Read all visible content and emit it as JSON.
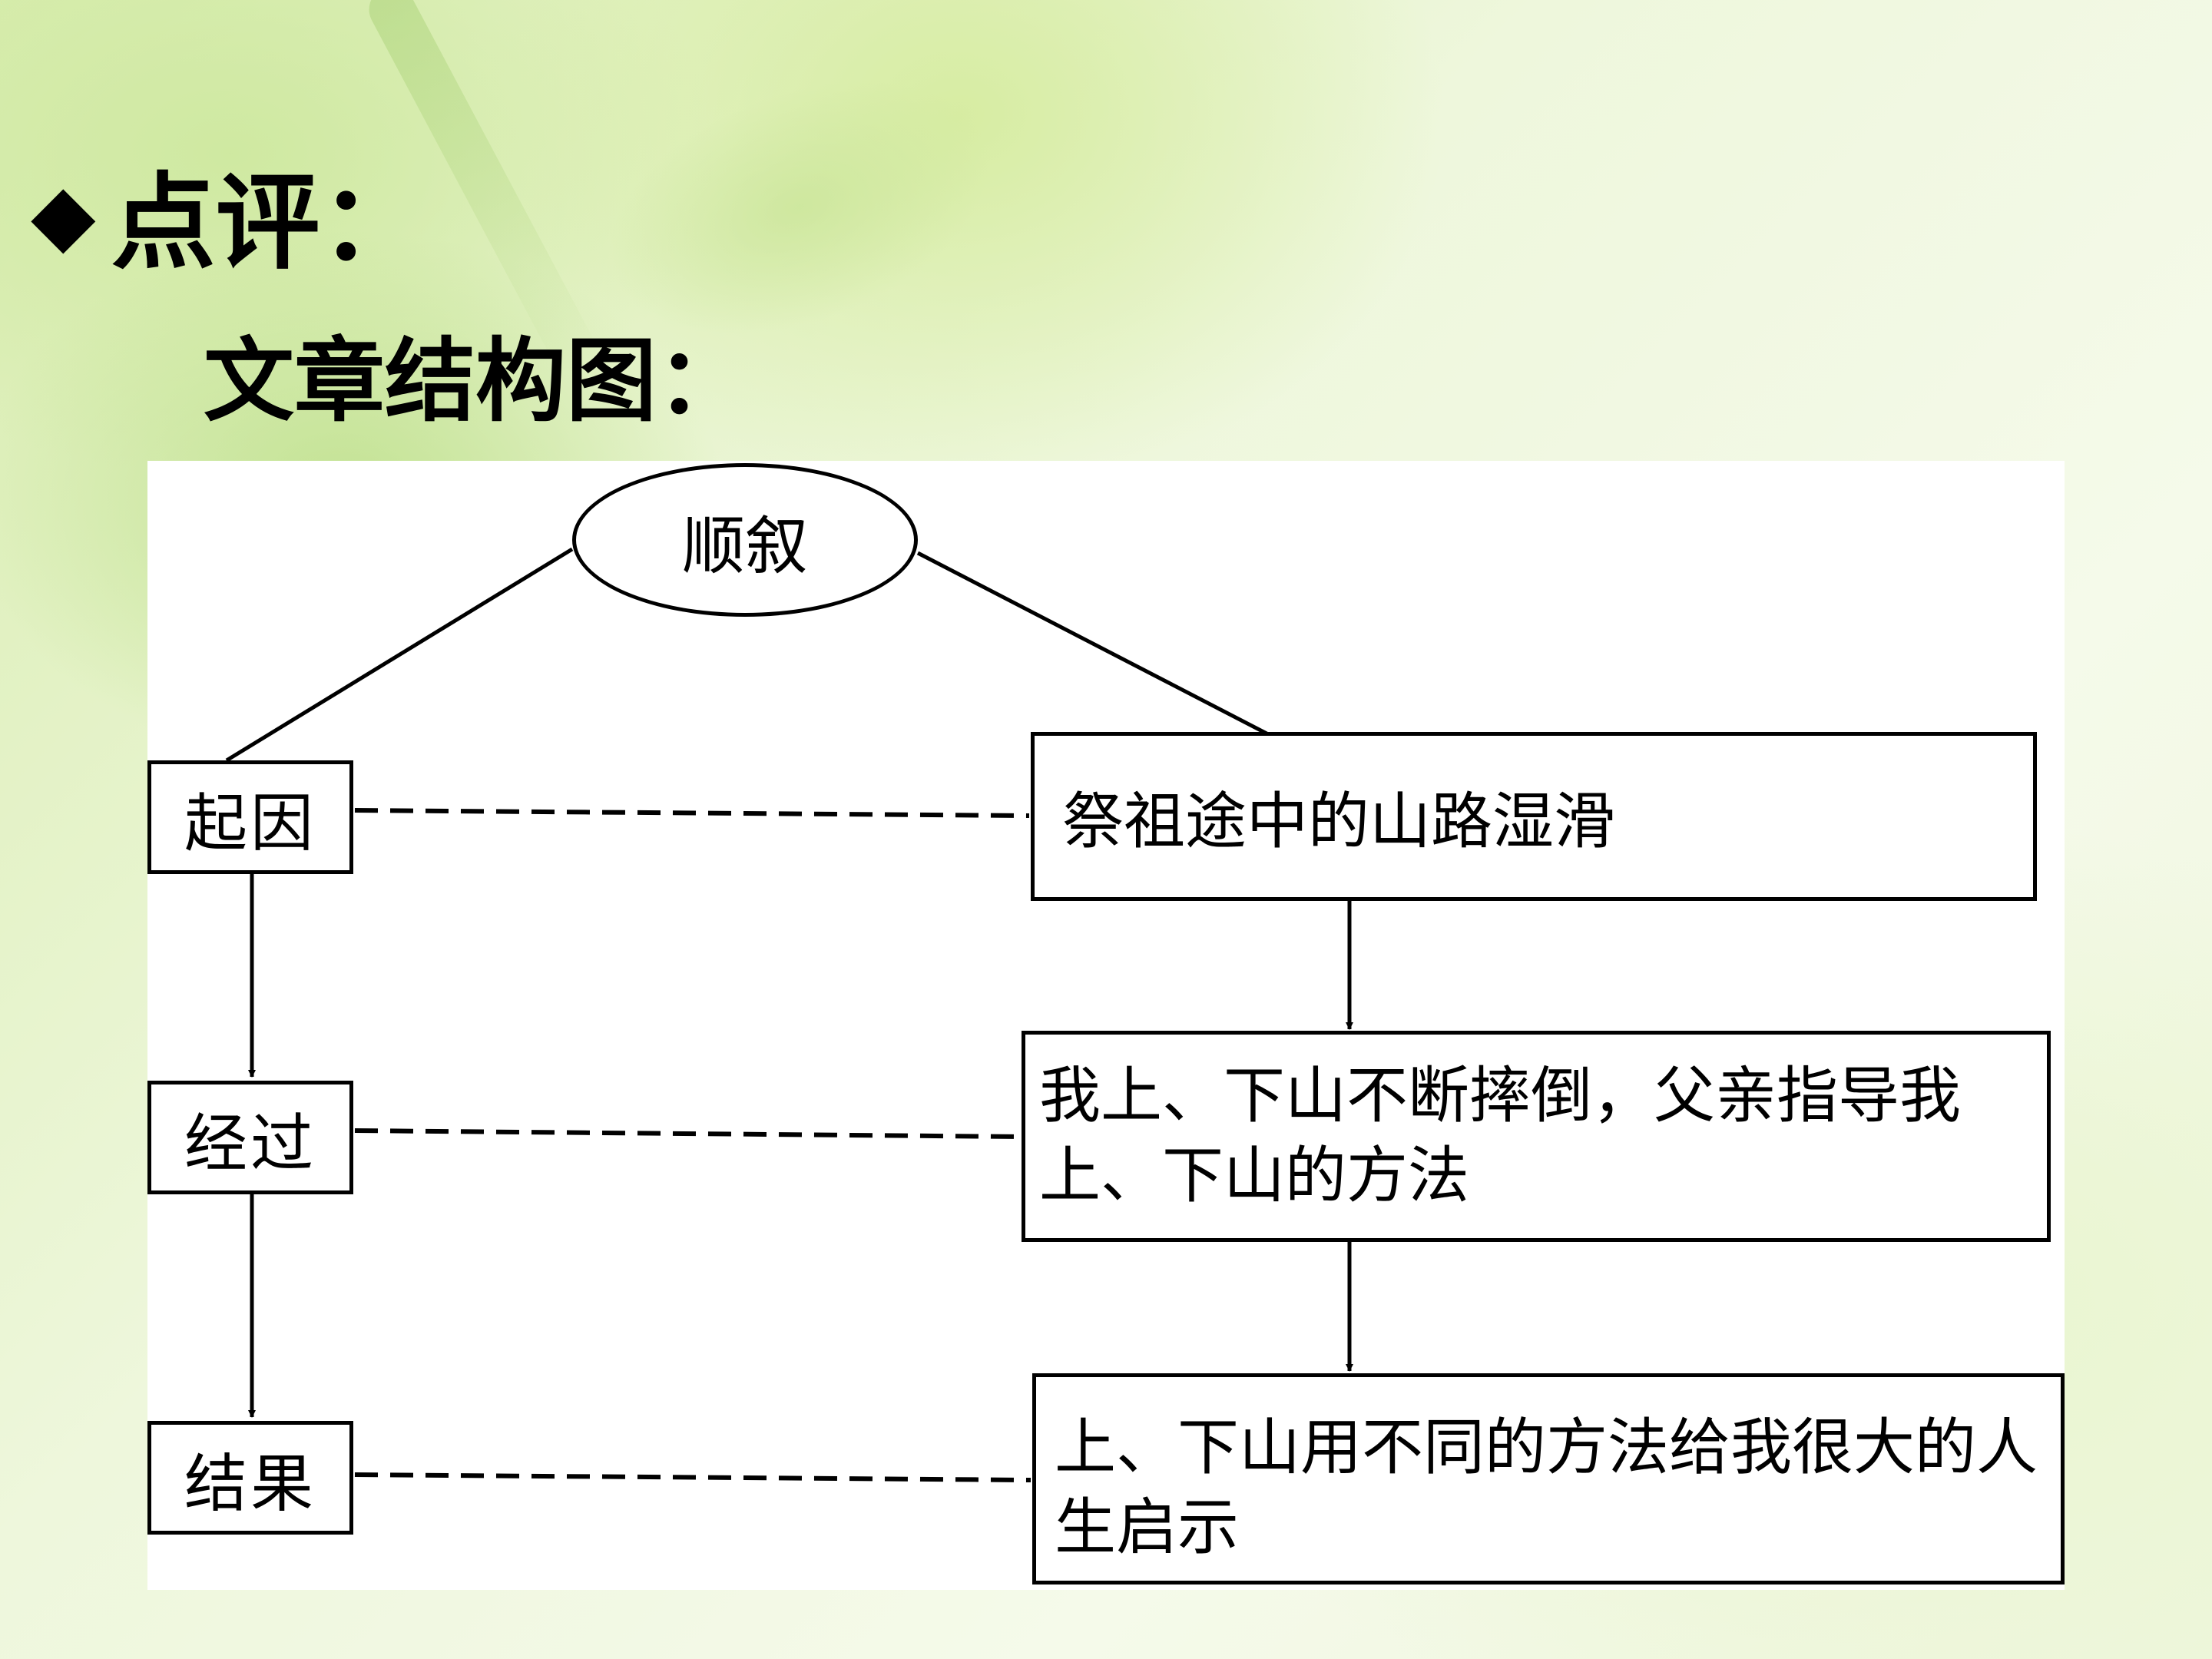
{
  "heading": {
    "bullet": "◆",
    "title": "点评："
  },
  "subheading": "文章结构图：",
  "diagram": {
    "root": "顺叙",
    "stages": [
      {
        "label": "起因",
        "detail": "祭祖途中的山路湿滑"
      },
      {
        "label": "经过",
        "detail": "我上、下山不断摔倒，父亲指导我上、下山的方法"
      },
      {
        "label": "结果",
        "detail": "上、下山用不同的方法给我很大的人生启示"
      }
    ]
  }
}
